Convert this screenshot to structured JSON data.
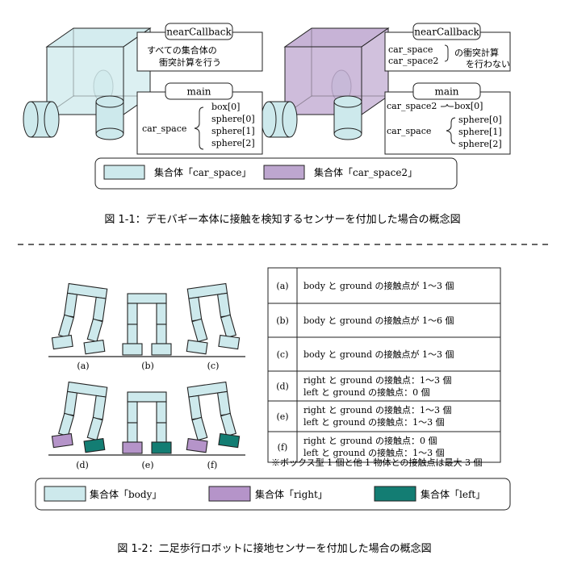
{
  "colors": {
    "body": "#cde9ec",
    "car_space2": "#bda6cf",
    "right": "#b594c9",
    "left": "#137d73",
    "stroke": "#222222"
  },
  "fig1": {
    "left_panel": {
      "near_label": "nearCallback",
      "near_line1": "すべての集合体の",
      "near_line2": "衝突計算を行う",
      "main_label": "main",
      "space_label": "car_space",
      "items": [
        "box[0]",
        "sphere[0]",
        "sphere[1]",
        "sphere[2]"
      ]
    },
    "right_panel": {
      "near_label": "nearCallback",
      "spaces": [
        "car_space",
        "car_space2"
      ],
      "note_line1": "の衝突計算",
      "note_line2": "を行わない",
      "main_label": "main",
      "space2_label": "car_space2",
      "space2_items": [
        "box[0]"
      ],
      "space_label": "car_space",
      "space_items": [
        "sphere[0]",
        "sphere[1]",
        "sphere[2]"
      ]
    },
    "legend": [
      {
        "label": "集合体「car_space」",
        "color": "#cde9ec"
      },
      {
        "label": "集合体「car_space2」",
        "color": "#bda6cf"
      }
    ],
    "caption": "図 1-1：デモバギー本体に接触を検知するセンサーを付加した場合の概念図"
  },
  "fig2": {
    "robot_labels": [
      "(a)",
      "(b)",
      "(c)",
      "(d)",
      "(e)",
      "(f)"
    ],
    "table": [
      {
        "key": "(a)",
        "lines": [
          "body と ground の接触点が 1～3 個"
        ]
      },
      {
        "key": "(b)",
        "lines": [
          "body と ground の接触点が 1～6 個"
        ]
      },
      {
        "key": "(c)",
        "lines": [
          "body と ground の接触点が 1～3 個"
        ]
      },
      {
        "key": "(d)",
        "lines": [
          "right と ground の接触点：1～3 個",
          "left と ground の接触点：0 個"
        ]
      },
      {
        "key": "(e)",
        "lines": [
          "right と ground の接触点：1～3 個",
          "left と ground の接触点：1～3 個"
        ]
      },
      {
        "key": "(f)",
        "lines": [
          "right と ground の接触点：0 個",
          "left と ground の接触点：1～3 個"
        ]
      }
    ],
    "note": "※ボックス型 1 個と他 1 物体との接触点は最大 3 個",
    "legend": [
      {
        "label": "集合体「body」",
        "color": "#cde9ec"
      },
      {
        "label": "集合体「right」",
        "color": "#b594c9"
      },
      {
        "label": "集合体「left」",
        "color": "#137d73"
      }
    ],
    "caption": "図 1-2：二足歩行ロボットに接地センサーを付加した場合の概念図"
  }
}
